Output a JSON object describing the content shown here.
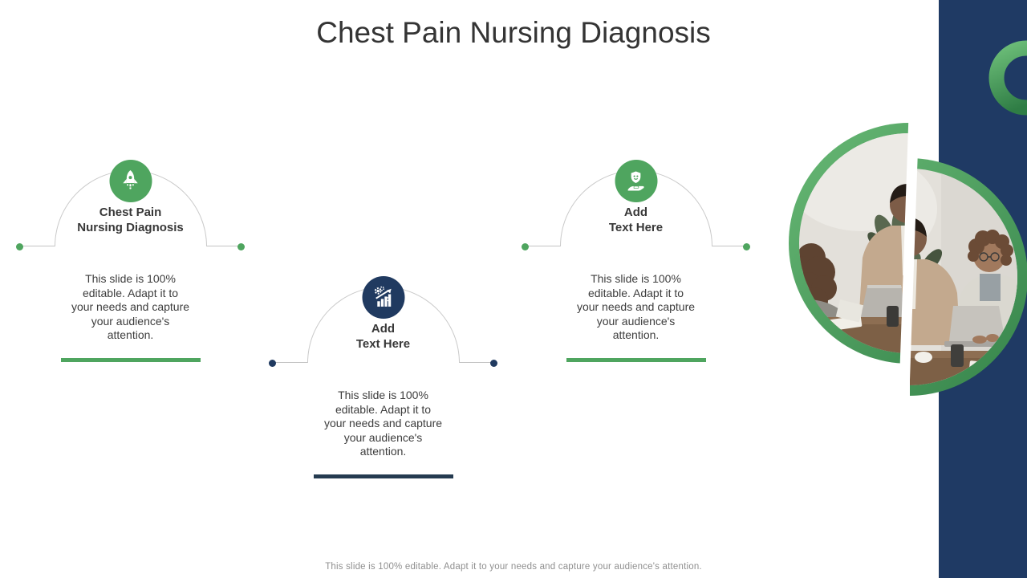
{
  "slide": {
    "title": "Chest Pain Nursing Diagnosis",
    "footer": "This slide is 100% editable. Adapt it to your needs and capture your audience's attention.",
    "items": [
      {
        "icon": "rocket-icon",
        "accent": "#4FA55F",
        "title_line1": "Chest Pain",
        "title_line2": "Nursing Diagnosis",
        "body": "This slide is 100% editable. Adapt it to your needs and capture your audience's attention."
      },
      {
        "icon": "growth-chart-icon",
        "accent": "#203A60",
        "title_line1": "Add",
        "title_line2": "Text Here",
        "body": "This slide is 100% editable. Adapt it to your needs and capture your audience's attention."
      },
      {
        "icon": "care-hand-icon",
        "accent": "#4FA55F",
        "title_line1": "Add",
        "title_line2": "Text Here",
        "body": "This slide is 100% editable. Adapt it to your needs and capture your audience's attention."
      }
    ],
    "colors": {
      "accent_green": "#4FA55F",
      "accent_navy": "#203A60",
      "underline_navy": "#253B50",
      "sidebar_navy": "#1F3A64",
      "ring_green_light": "#68B975",
      "ring_green_dark": "#35834A",
      "arc_line_gray": "#C9C9C9",
      "title_text": "#343434",
      "body_text": "#3D3D3D",
      "footer_text": "#8F8F8F"
    },
    "decor": {
      "photo_description": "team meeting photo inside split green-ring circle",
      "shapes": [
        "green-c-ring",
        "split-photo-circle",
        "navy-side-bar",
        "white-split-stripe"
      ]
    }
  }
}
